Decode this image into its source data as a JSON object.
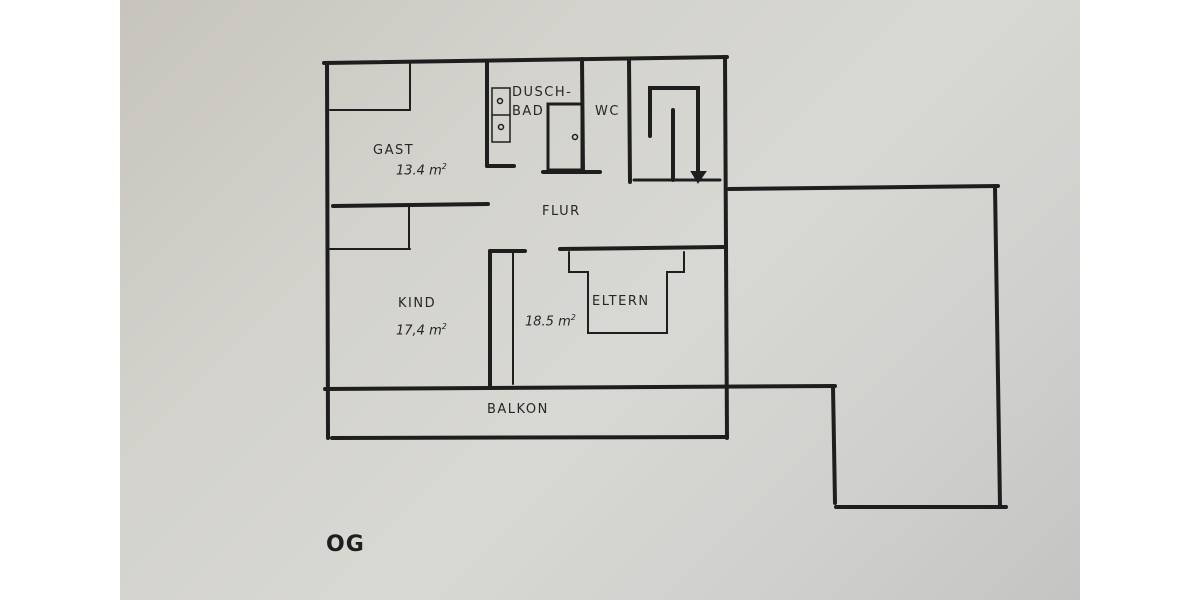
{
  "floor": {
    "label": "OG"
  },
  "rooms": {
    "gast": {
      "name": "GAST",
      "area": "13.4",
      "unit": "m²"
    },
    "dusch_bad": {
      "name_line1": "DUSCH-",
      "name_line2": "BAD"
    },
    "wc": {
      "name": "WC"
    },
    "flur": {
      "name": "FLUR"
    },
    "kind": {
      "name": "KIND",
      "area": "17,4",
      "unit": "m²"
    },
    "eltern": {
      "name": "ELTERN",
      "area": "18.5",
      "unit": "m²"
    },
    "balkon": {
      "name": "BALKON"
    }
  },
  "colors": {
    "paper": "#d3d2cc",
    "ink": "#1e1e1e",
    "margin": "#ffffff"
  }
}
